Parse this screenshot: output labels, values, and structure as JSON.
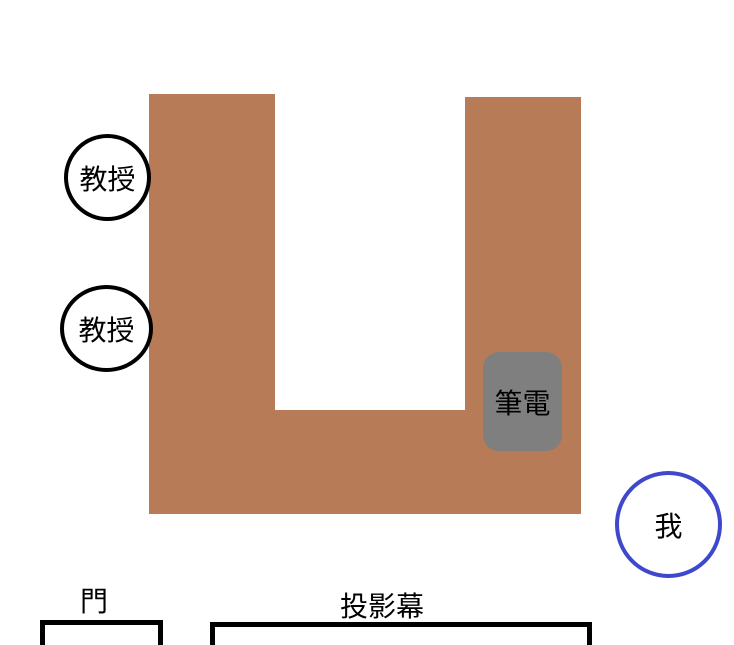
{
  "colors": {
    "table": "#b87b57",
    "laptop": "#7f7f7f",
    "professor_ring": "#000000",
    "me_ring": "#3f48cc"
  },
  "professors": [
    {
      "label": "教授"
    },
    {
      "label": "教授"
    }
  ],
  "laptop": {
    "label": "筆電"
  },
  "me": {
    "label": "我"
  },
  "door": {
    "label": "門"
  },
  "screen": {
    "label": "投影幕"
  }
}
